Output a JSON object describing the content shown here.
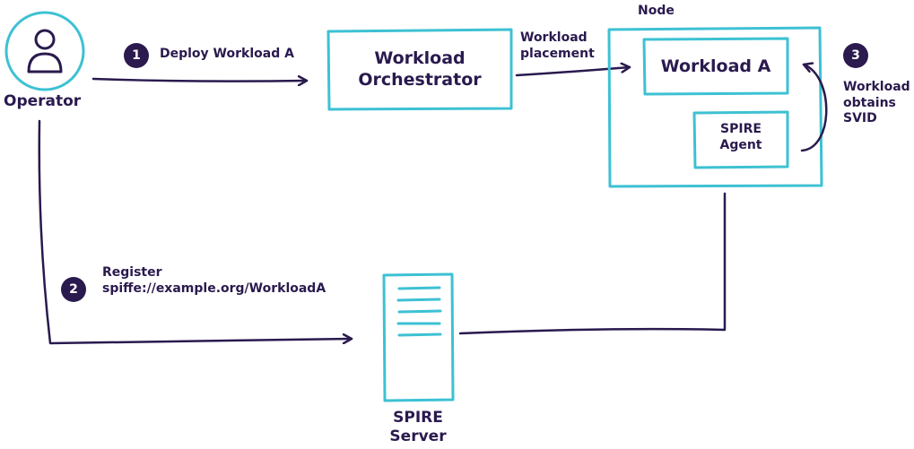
{
  "operator": {
    "label": "Operator"
  },
  "steps": {
    "deploy": {
      "number": "1",
      "label": "Deploy Workload A"
    },
    "register": {
      "number": "2",
      "line1": "Register",
      "line2": "spiffe://example.org/WorkloadA"
    },
    "obtain": {
      "number": "3",
      "line1": "Workload",
      "line2": "obtains",
      "line3": "SVID"
    }
  },
  "orchestrator": {
    "line1": "Workload",
    "line2": "Orchestrator"
  },
  "placement": {
    "line1": "Workload",
    "line2": "placement"
  },
  "node": {
    "label": "Node",
    "workload": "Workload A",
    "agent": {
      "line1": "SPIRE",
      "line2": "Agent"
    }
  },
  "server": {
    "line1": "SPIRE",
    "line2": "Server"
  },
  "colors": {
    "ink": "#2a1a4e",
    "cyan": "#3dc1d3"
  }
}
